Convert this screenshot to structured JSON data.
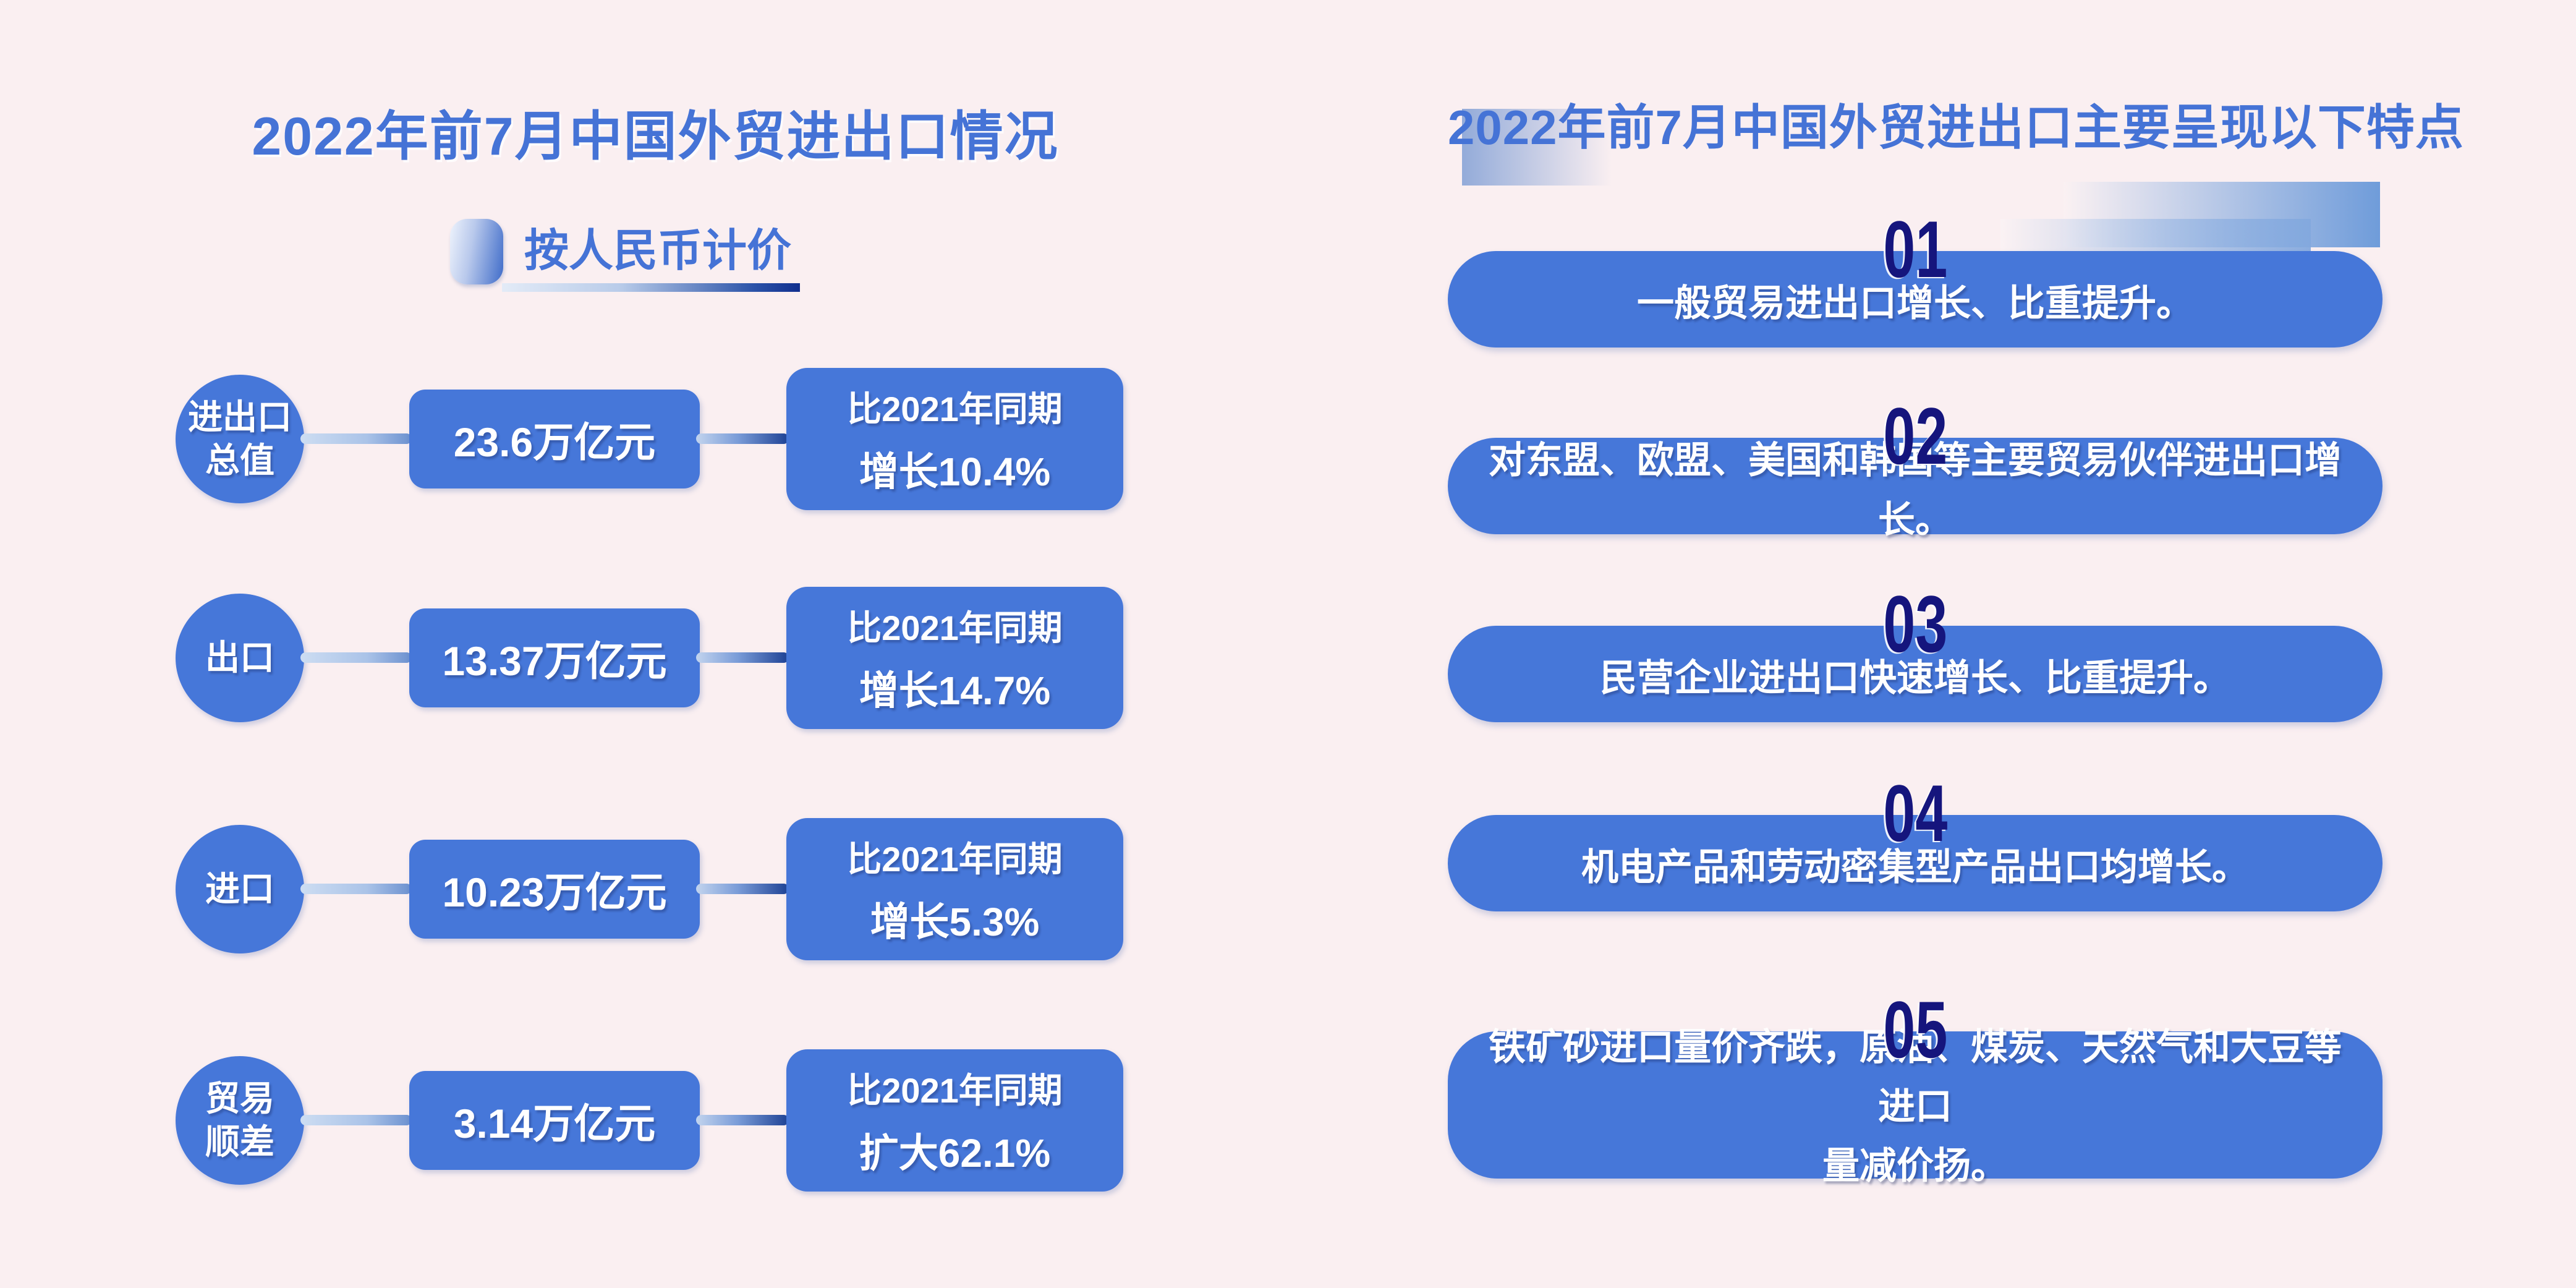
{
  "colors": {
    "bg": "#faeff1",
    "box_blue": "#4677d9",
    "title_blue": "#4573d6",
    "navy": "#15157d",
    "connector_light": "#cdddf2",
    "connector_dark": "#1d4194",
    "text_white": "#ffffff"
  },
  "left": {
    "title": "2022年前7月中国外贸进出口情况",
    "subtitle": "按人民币计价",
    "rows": [
      {
        "label": "进出口\n总值",
        "value": "23.6万亿元",
        "compare": "比2021年同期",
        "change": "增长10.4%"
      },
      {
        "label": "出口",
        "value": "13.37万亿元",
        "compare": "比2021年同期",
        "change": "增长14.7%"
      },
      {
        "label": "进口",
        "value": "10.23万亿元",
        "compare": "比2021年同期",
        "change": "增长5.3%"
      },
      {
        "label": "贸易\n顺差",
        "value": "3.14万亿元",
        "compare": "比2021年同期",
        "change": "扩大62.1%"
      }
    ]
  },
  "right": {
    "title": "2022年前7月中国外贸进出口主要呈现以下特点",
    "items": [
      {
        "number": "01",
        "text": "一般贸易进出口增长、比重提升。"
      },
      {
        "number": "02",
        "text": "对东盟、欧盟、美国和韩国等主要贸易伙伴进出口增长。"
      },
      {
        "number": "03",
        "text": "民营企业进出口快速增长、比重提升。"
      },
      {
        "number": "04",
        "text": "机电产品和劳动密集型产品出口均增长。"
      },
      {
        "number": "05",
        "text": "铁矿砂进口量价齐跌，原油、煤炭、天然气和大豆等进口\n量减价扬。"
      }
    ]
  }
}
